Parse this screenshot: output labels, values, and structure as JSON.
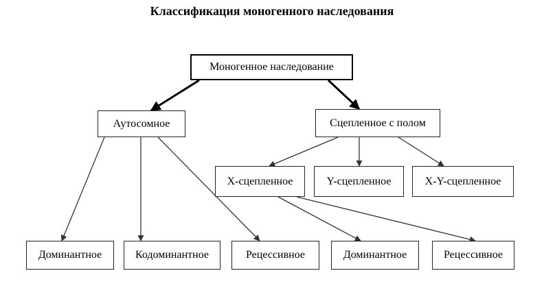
{
  "title": "Классификация моногенного наследования",
  "nodes": {
    "root": "Моногенное наследование",
    "autosomal": "Аутосомное",
    "sex_linked": "Сцепленное с полом",
    "x_linked": "X-сцепленное",
    "y_linked": "Y-сцепленное",
    "xy_linked": "X-Y-сцепленное",
    "auto_dominant": "Доминантное",
    "auto_codominant": "Кодоминантное",
    "auto_recessive": "Рецессивное",
    "x_dominant": "Доминантное",
    "x_recessive": "Рецессивное"
  },
  "edges": [
    [
      "root",
      "autosomal"
    ],
    [
      "root",
      "sex_linked"
    ],
    [
      "sex_linked",
      "x_linked"
    ],
    [
      "sex_linked",
      "y_linked"
    ],
    [
      "sex_linked",
      "xy_linked"
    ],
    [
      "autosomal",
      "auto_dominant"
    ],
    [
      "autosomal",
      "auto_codominant"
    ],
    [
      "autosomal",
      "auto_recessive"
    ],
    [
      "x_linked",
      "x_dominant"
    ],
    [
      "x_linked",
      "x_recessive"
    ]
  ]
}
